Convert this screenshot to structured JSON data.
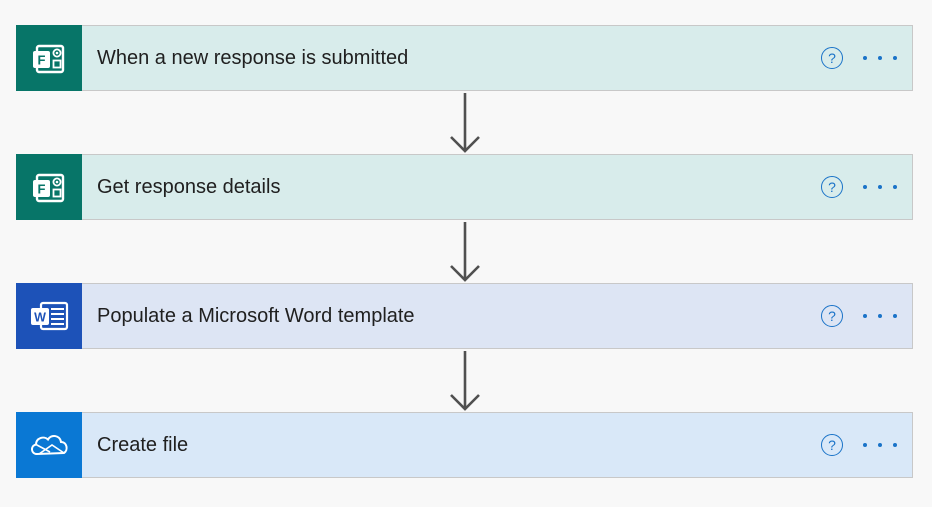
{
  "flow": {
    "steps": [
      {
        "label": "When a new response is submitted",
        "icon": "forms-icon",
        "icon_color": "#077568",
        "bg_color": "#d8eceb"
      },
      {
        "label": "Get response details",
        "icon": "forms-icon",
        "icon_color": "#077568",
        "bg_color": "#d8eceb"
      },
      {
        "label": "Populate a Microsoft Word template",
        "icon": "word-icon",
        "icon_color": "#1d52b8",
        "bg_color": "#dde5f4"
      },
      {
        "label": "Create file",
        "icon": "onedrive-icon",
        "icon_color": "#0a78d4",
        "bg_color": "#d9e8f8"
      }
    ],
    "help_glyph": "?",
    "help_icon": "help-icon",
    "more_icon": "more-options-icon",
    "arrow_icon": "arrow-down-icon"
  }
}
